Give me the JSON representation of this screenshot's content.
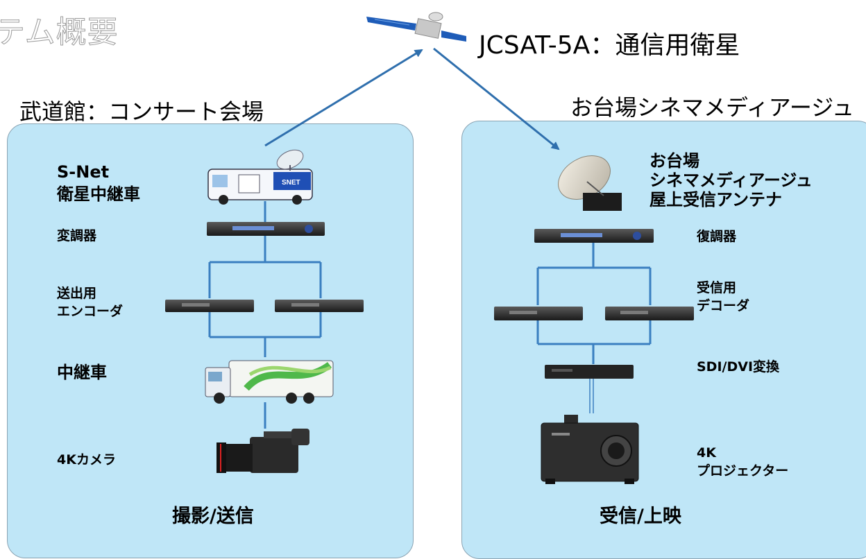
{
  "header": {
    "title_fragment": "テム概要",
    "satellite": "JCSAT-5A：通信用衛星"
  },
  "left": {
    "venue": "武道館：コンサート会場",
    "sng_line1": "S-Net",
    "sng_line2": "衛星中継車",
    "modulator": "変調器",
    "encoder_line1": "送出用",
    "encoder_line2": "エンコーダ",
    "ob_van": "中継車",
    "camera": "4Kカメラ",
    "footer": "撮影/送信"
  },
  "right": {
    "venue": "お台場シネマメディアージュ",
    "antenna_line1": "お台場",
    "antenna_line2": "シネマメディアージュ",
    "antenna_line3": "屋上受信アンテナ",
    "demodulator": "復調器",
    "decoder_line1": "受信用",
    "decoder_line2": "デコーダ",
    "converter": "SDI/DVI変換",
    "projector_line1": "4K",
    "projector_line2": "プロジェクター",
    "footer": "受信/上映"
  },
  "van_logo": "SNET",
  "colors": {
    "panel": "#bfe6f7",
    "panel_border": "#8aa3b3",
    "line": "#3a7fc0",
    "arrow": "#2f6fad"
  },
  "icons": [
    "satellite-icon",
    "sng-van-icon",
    "rack-device-icon",
    "ob-truck-icon",
    "camera-icon",
    "dish-antenna-icon",
    "converter-box-icon",
    "projector-icon"
  ]
}
